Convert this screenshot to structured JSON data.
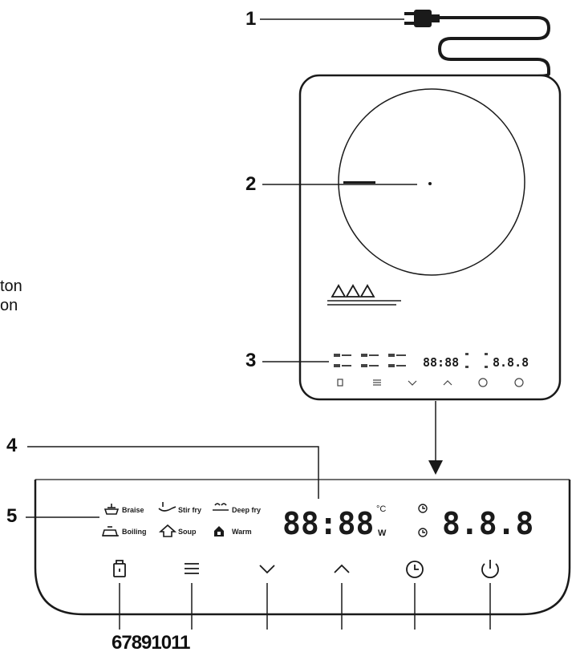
{
  "callouts": {
    "c1": "1",
    "c2": "2",
    "c3": "3",
    "c4": "4",
    "c5": "5",
    "bottom": "67891011"
  },
  "side_text": {
    "line1": "ton",
    "line2": "on"
  },
  "panel": {
    "modes": {
      "braise": "Braise",
      "stirfry": "Stir fry",
      "deepfry": "Deep fry",
      "boiling": "Boiling",
      "soup": "Soup",
      "warm": "Warm"
    },
    "display_main": "88:88",
    "display_secondary": "8.8.8",
    "unit_celsius": "°C",
    "unit_watt": "W"
  },
  "icons": [
    "lock-icon",
    "menu-icon",
    "chevron-down-icon",
    "chevron-up-icon",
    "timer-icon",
    "power-icon",
    "plug-icon",
    "warning-icon"
  ],
  "colors": {
    "line": "#1a1a1a",
    "background": "#ffffff"
  }
}
